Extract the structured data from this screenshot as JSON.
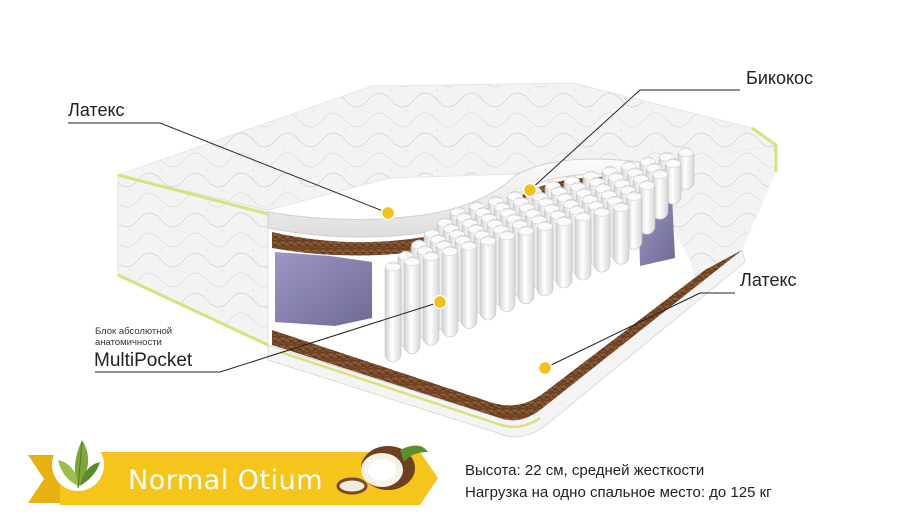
{
  "callouts": {
    "latex_top": "Латекс",
    "bicocos": "Бикокос",
    "latex_bottom": "Латекс",
    "block_caption_line1": "Блок абсолютной",
    "block_caption_line2": "анатомичности",
    "multipocket": "MultiPocket"
  },
  "brand": {
    "name": "Normal Otium",
    "ribbon_color": "#f5c51c",
    "leaf_icon": "tea-leaf-icon",
    "coconut_icon": "coconut-icon"
  },
  "specs": {
    "height_line": "Высота: 22 см, средней жесткости",
    "load_line": "Нагрузка на одно спальное место: до 125 кг"
  },
  "colors": {
    "marker_dot": "#f2c21b",
    "piping": "#d9e27a",
    "coir": "#6b3f1f",
    "latex_insert": "#8e89b3"
  }
}
